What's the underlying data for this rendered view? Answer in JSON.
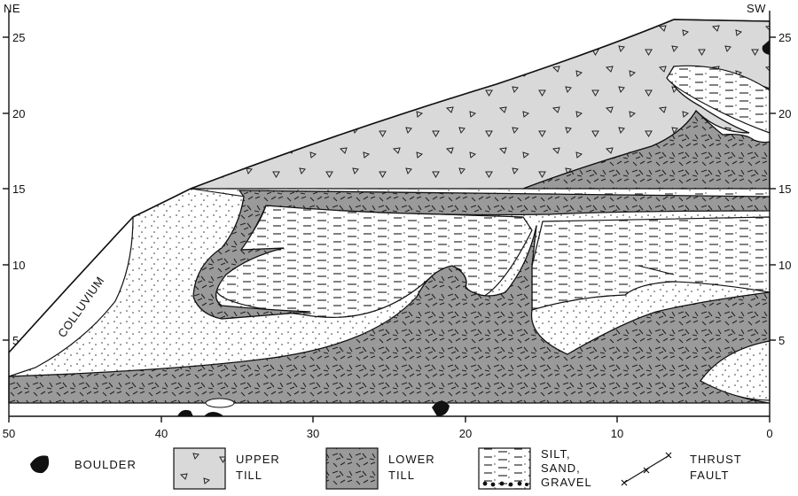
{
  "orientation": {
    "left": "NE",
    "right": "SW"
  },
  "x_axis": {
    "ticks": [
      "50",
      "40",
      "30",
      "20",
      "10",
      "0"
    ]
  },
  "y_axis_left": {
    "ticks": [
      "15",
      "20",
      "25",
      "10",
      "5"
    ]
  },
  "y_axis_right": {
    "ticks": [
      "25",
      "20",
      "15",
      "10",
      "5"
    ]
  },
  "unit_labels": {
    "colluvium": "COLLUVIUM"
  },
  "legend": {
    "boulder": "BOULDER",
    "upper_till_1": "UPPER",
    "upper_till_2": "TILL",
    "lower_till_1": "LOWER",
    "lower_till_2": "TILL",
    "ssg_1": "SILT,",
    "ssg_2": "SAND,",
    "ssg_3": "GRAVEL",
    "thrust_1": "THRUST",
    "thrust_2": "FAULT"
  },
  "colors": {
    "upper_till": "#d9d9d9",
    "lower_till": "#9a9a9a",
    "sediment": "#ffffff",
    "line": "#111111"
  }
}
